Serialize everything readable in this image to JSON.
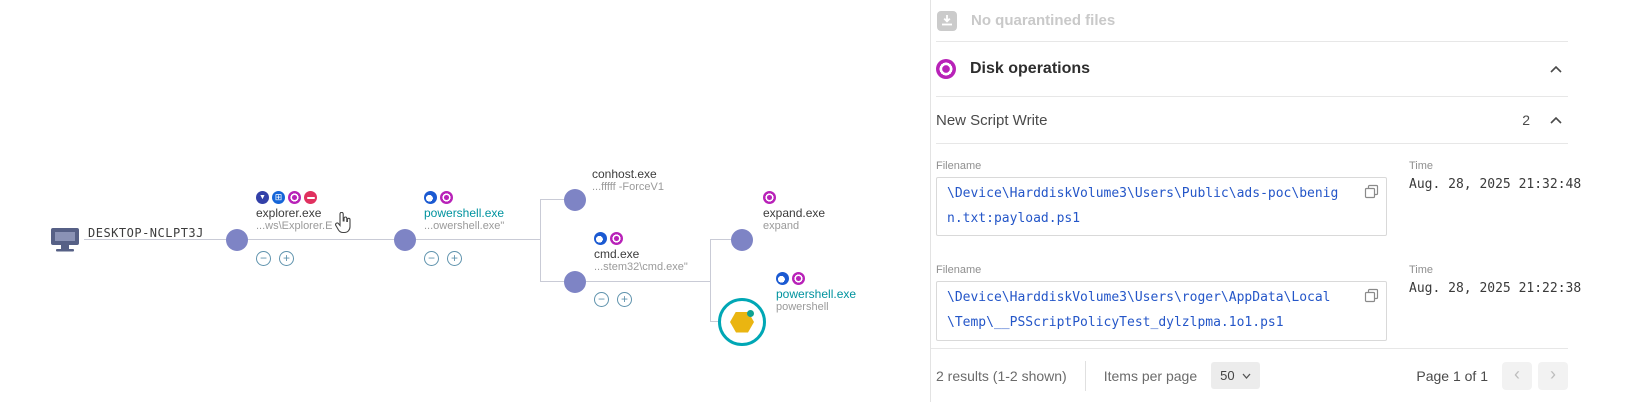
{
  "colors": {
    "node": "#7e84c5",
    "selected_ring": "#00a7b5",
    "hexagon": "#eab511",
    "magenta_badge": "#b822b8",
    "blue_badge": "#1565d8",
    "navy_badge": "#3240a8",
    "red_badge": "#e0315f",
    "teal_process_text": "#00939f",
    "filename_link": "#2456c8",
    "disabled_gray": "#c9c9c9"
  },
  "icons": {
    "triangle_badge": "▼",
    "window_badge": "⊞",
    "minus": "−",
    "plus": "+",
    "prev": "‹",
    "next": "›"
  },
  "tree": {
    "machine_label": "DESKTOP-NCLPT3J",
    "explorer": {
      "title": "explorer.exe",
      "subtitle": "...ws\\Explorer.E"
    },
    "powershell_parent": {
      "title": "powershell.exe",
      "subtitle": "...owershell.exe\""
    },
    "conhost": {
      "title": "conhost.exe",
      "subtitle": "...fffff -ForceV1"
    },
    "cmd": {
      "title": "cmd.exe",
      "subtitle": "...stem32\\cmd.exe\""
    },
    "expand": {
      "title": "expand.exe",
      "subtitle": "expand"
    },
    "powershell_child": {
      "title": "powershell.exe",
      "subtitle": "powershell"
    }
  },
  "panel": {
    "quarantined": {
      "label": "No quarantined files"
    },
    "disk_operations": {
      "title": "Disk operations"
    },
    "section": {
      "title": "New Script Write",
      "count": "2"
    },
    "rows": [
      {
        "filename_label": "Filename",
        "time_label": "Time",
        "filename": "\\Device\\HarddiskVolume3\\Users\\Public\\ads-poc\\benign.txt:payload.ps1",
        "time": "Aug. 28, 2025 21:32:48"
      },
      {
        "filename_label": "Filename",
        "time_label": "Time",
        "filename": "\\Device\\HarddiskVolume3\\Users\\roger\\AppData\\Local\\Temp\\__PSScriptPolicyTest_dylzlpma.1o1.ps1",
        "time": "Aug. 28, 2025 21:22:38"
      }
    ],
    "footer": {
      "results": "2 results (1-2 shown)",
      "items_per_page_label": "Items per page",
      "items_per_page_value": "50",
      "page_info": "Page 1 of 1"
    }
  }
}
